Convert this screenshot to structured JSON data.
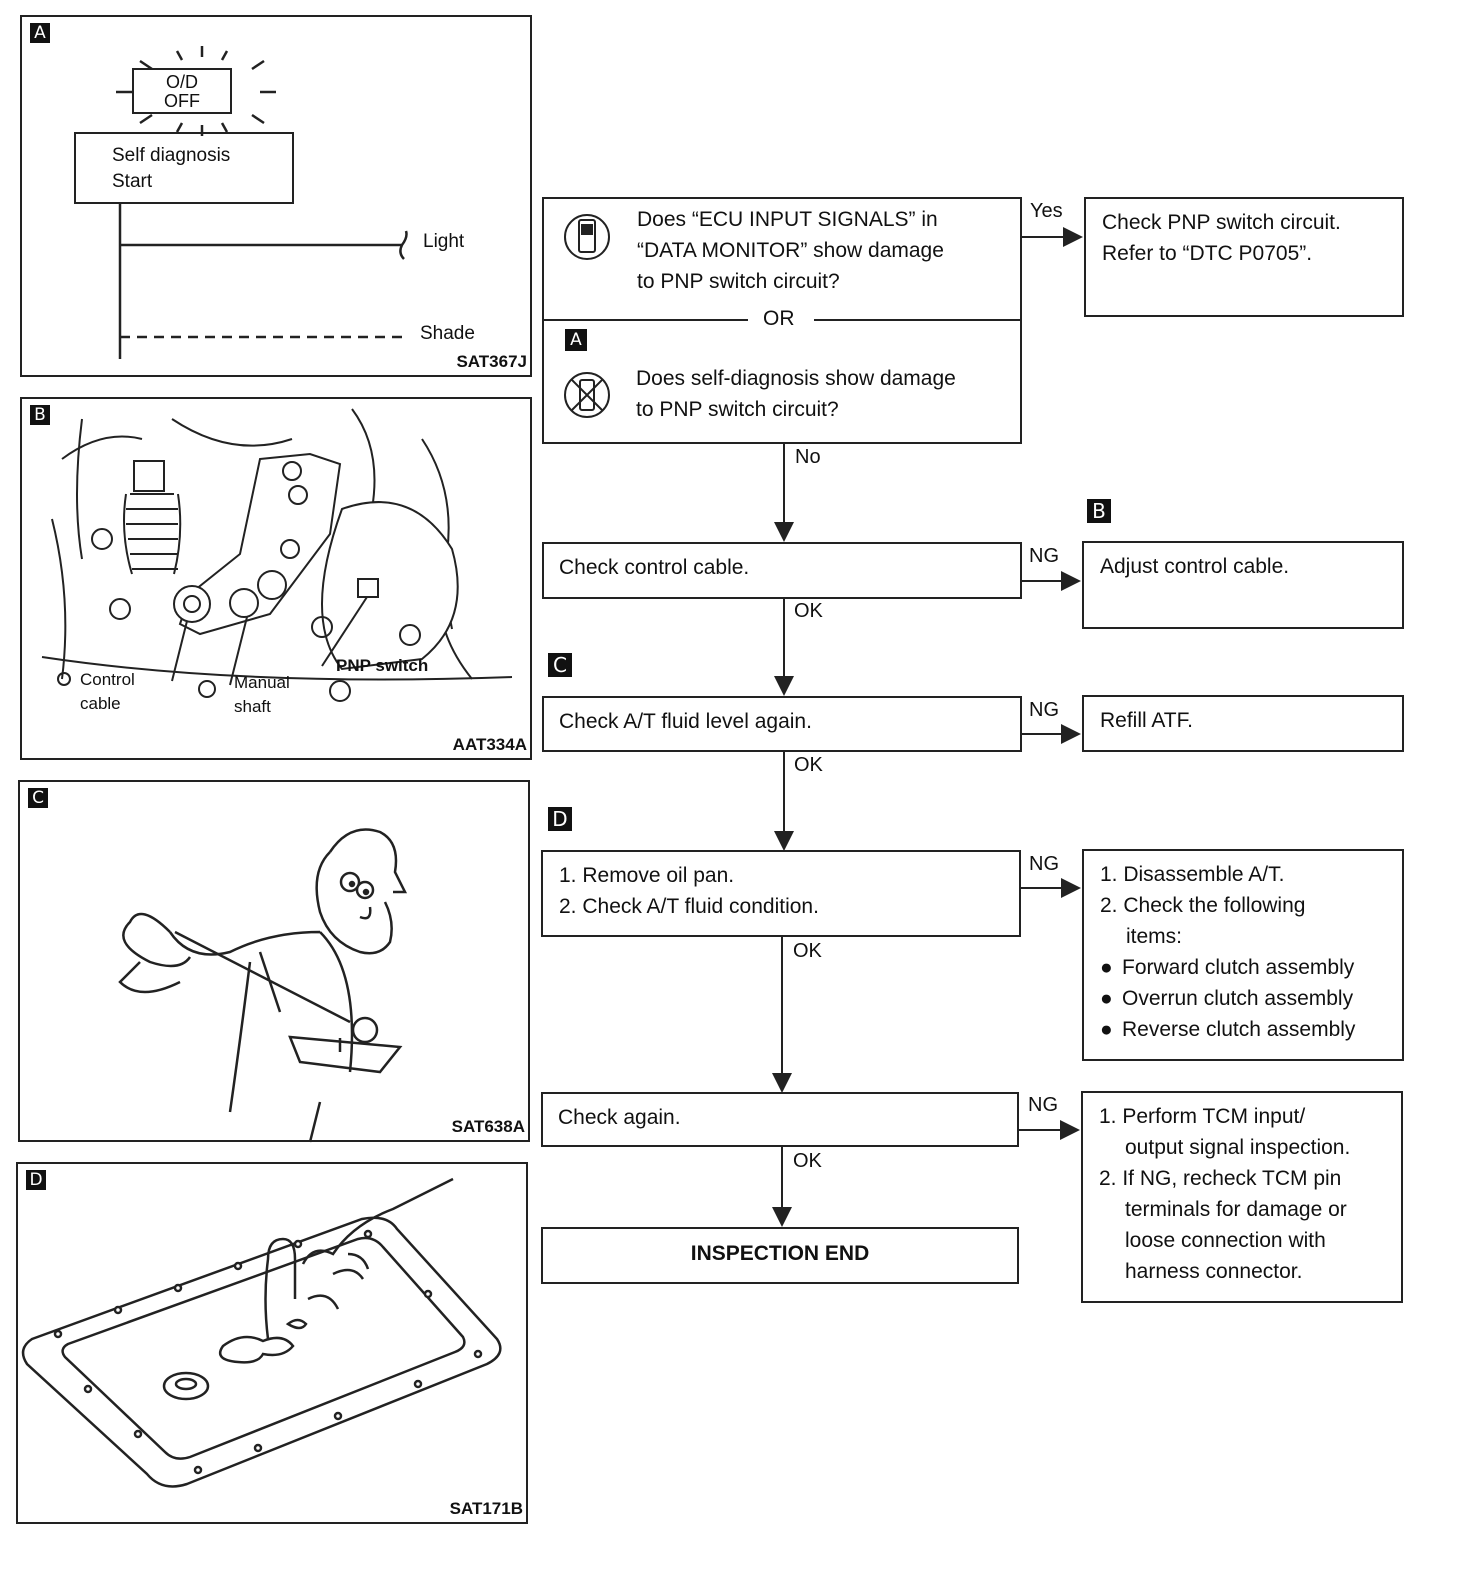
{
  "panels": {
    "a": {
      "tag": "A",
      "od_line1": "O/D",
      "od_line2": "OFF",
      "start_line1": "Self diagnosis",
      "start_line2": "Start",
      "light": "Light",
      "shade": "Shade",
      "code": "SAT367J"
    },
    "b": {
      "tag": "B",
      "control": "Control",
      "cable": "cable",
      "manual": "Manual",
      "shaft": "shaft",
      "pnp": "PNP switch",
      "code": "AAT334A"
    },
    "c": {
      "tag": "C",
      "code": "SAT638A"
    },
    "d": {
      "tag": "D",
      "code": "SAT171B"
    }
  },
  "flow": {
    "q1_line1": "Does “ECU INPUT SIGNALS” in",
    "q1_line2": "“DATA MONITOR” show damage",
    "q1_line3": "to PNP switch circuit?",
    "or": "OR",
    "tag_a": "A",
    "q2_line1": "Does self-diagnosis show damage",
    "q2_line2": "to PNP switch circuit?",
    "yes": "Yes",
    "no": "No",
    "pnp_line1": "Check PNP switch circuit.",
    "pnp_line2": "Refer to “DTC P0705”.",
    "tag_b": "B",
    "control_cable": "Check control cable.",
    "adjust": "Adjust control cable.",
    "tag_c": "C",
    "fluid_level": "Check A/T fluid level again.",
    "refill": "Refill ATF.",
    "tag_d": "D",
    "step1": "1. Remove oil pan.",
    "step2": "2. Check A/T fluid condition.",
    "dis1": "1. Disassemble A/T.",
    "dis2a": "2. Check the following",
    "dis2b": "items:",
    "items": [
      "Forward clutch assembly",
      "Overrun clutch assembly",
      "Reverse clutch assembly"
    ],
    "check_again": "Check again.",
    "tcm1a": "1. Perform TCM input/",
    "tcm1b": "output signal inspection.",
    "tcm2a": "2. If NG, recheck TCM pin",
    "tcm2b": "terminals for damage or",
    "tcm2c": "loose connection with",
    "tcm2d": "harness connector.",
    "end": "INSPECTION END",
    "ng": "NG",
    "ok": "OK"
  }
}
